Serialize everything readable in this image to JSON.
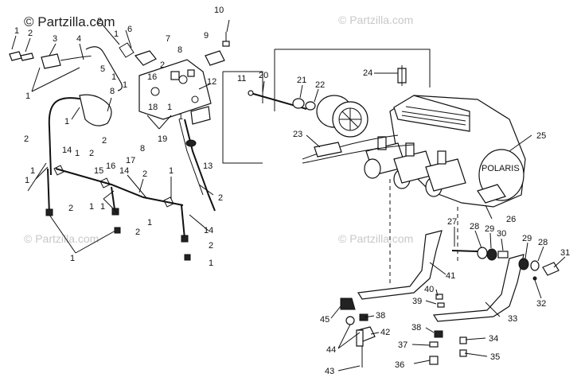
{
  "watermark": {
    "main": "© Partzilla.com",
    "faint": "© Partzilla.com"
  },
  "callouts": [
    "1",
    "2",
    "3",
    "4",
    "5",
    "6",
    "7",
    "8",
    "9",
    "10",
    "11",
    "12",
    "13",
    "14",
    "15",
    "16",
    "17",
    "18",
    "19",
    "20",
    "21",
    "22",
    "23",
    "24",
    "25",
    "26",
    "27",
    "28",
    "29",
    "30",
    "31",
    "32",
    "33",
    "34",
    "35",
    "36",
    "37",
    "38",
    "39",
    "40",
    "41",
    "42",
    "43",
    "44",
    "45"
  ],
  "brand_mark": "POLARIS"
}
